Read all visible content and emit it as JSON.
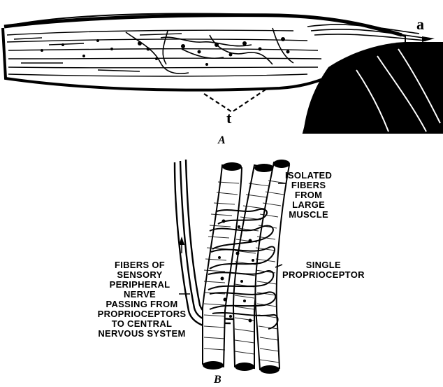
{
  "panel_a": {
    "letter": "A",
    "label_a": "a",
    "label_t": "t"
  },
  "panel_b": {
    "letter": "B",
    "isolated_fibers": [
      "ISOLATED",
      "FIBERS",
      "FROM",
      "LARGE",
      "MUSCLE"
    ],
    "single_proprioceptor": [
      "SINGLE",
      "PROPRIOCEPTOR"
    ],
    "sensory_nerve": [
      "FIBERS OF",
      "SENSORY",
      "PERIPHERAL",
      "NERVE",
      "PASSING FROM",
      "PROPRIOCEPTORS",
      "TO CENTRAL",
      "NERVOUS SYSTEM"
    ]
  }
}
